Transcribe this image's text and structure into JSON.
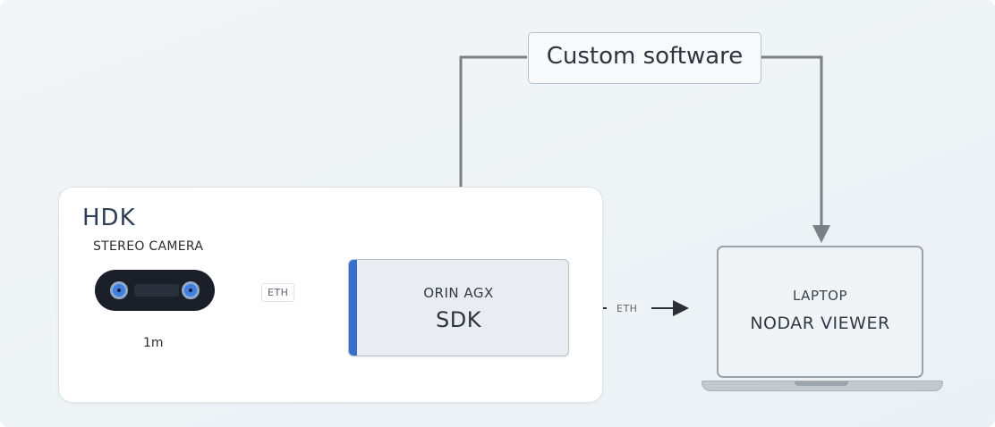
{
  "hdk": {
    "title": "HDK",
    "camera_label": "STEREO CAMERA",
    "baseline": "1m"
  },
  "links": {
    "camera_to_orin": "ETH",
    "orin_to_laptop": "ETH"
  },
  "orin": {
    "title": "ORIN AGX",
    "software": "SDK"
  },
  "custom_software": {
    "label": "Custom software"
  },
  "laptop": {
    "title": "LAPTOP",
    "software": "NODAR VIEWER"
  },
  "colors": {
    "accent": "#3a6fc9",
    "connector": "#7b7f86",
    "camera_body": "#1b1f29",
    "camera_lens": "#3e7fe0"
  },
  "icons": {
    "camera": "stereo-camera-icon",
    "laptop": "laptop-icon"
  }
}
